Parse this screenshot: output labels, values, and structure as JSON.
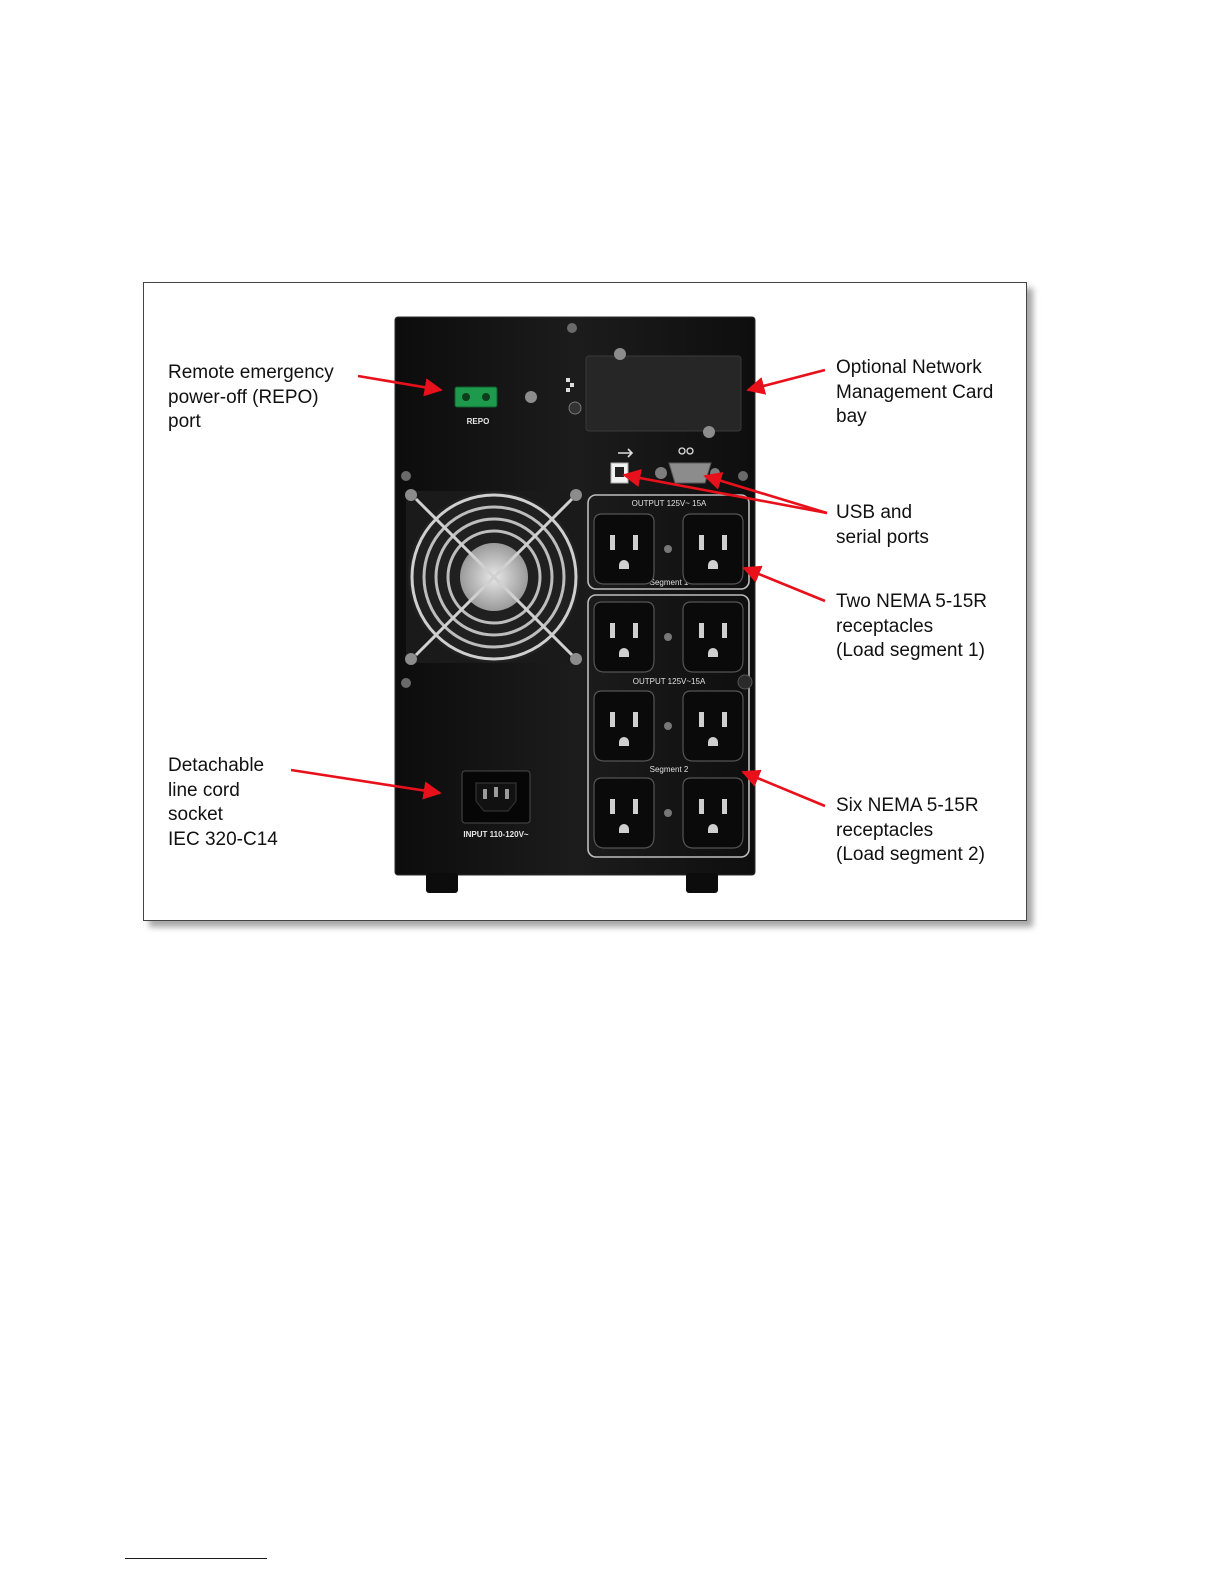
{
  "figure": {
    "callouts": {
      "repo": "Remote emergency\npower-off (REPO)\nport",
      "nmc": "Optional Network\nManagement Card\nbay",
      "usb": "USB and\nserial ports",
      "seg1": "Two NEMA 5-15R\nreceptacles\n(Load segment 1)",
      "seg2": "Six NEMA 5-15R\nreceptacles\n(Load segment 2)",
      "linecord": "Detachable\nline cord\nsocket\nIEC 320-C14"
    },
    "panel_labels": {
      "repo": "REPO",
      "output1": "OUTPUT 125V~ 15A",
      "segment1": "Segment 1",
      "output2": "OUTPUT 125V~15A",
      "segment2": "Segment 2",
      "input": "INPUT 110-120V~"
    },
    "colors": {
      "arrow": "#e8101a",
      "chassis": "#161616",
      "outline": "#bdbdbd"
    },
    "icons": [
      "usb-icon",
      "serial-port-icon",
      "network-icon"
    ]
  }
}
